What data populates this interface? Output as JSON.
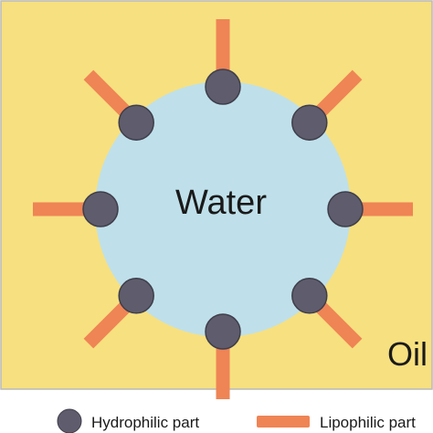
{
  "diagram": {
    "core_label": "Water",
    "medium_label": "Oil",
    "colors": {
      "oil_background": "#f7e07f",
      "oil_border": "#b9b9b9",
      "water_fill": "#bfe0ea",
      "head_fill": "#5e5c6d",
      "head_stroke": "#3f3e4b",
      "tail_fill": "#ef8455"
    },
    "surfactant_count": 8,
    "icons": [
      "hydrophilic-head-icon",
      "lipophilic-tail-icon"
    ]
  },
  "legend": {
    "items": [
      {
        "label": "Hydrophilic part",
        "icon": "hydrophilic-head-icon"
      },
      {
        "label": "Lipophilic part",
        "icon": "lipophilic-tail-icon"
      }
    ]
  }
}
